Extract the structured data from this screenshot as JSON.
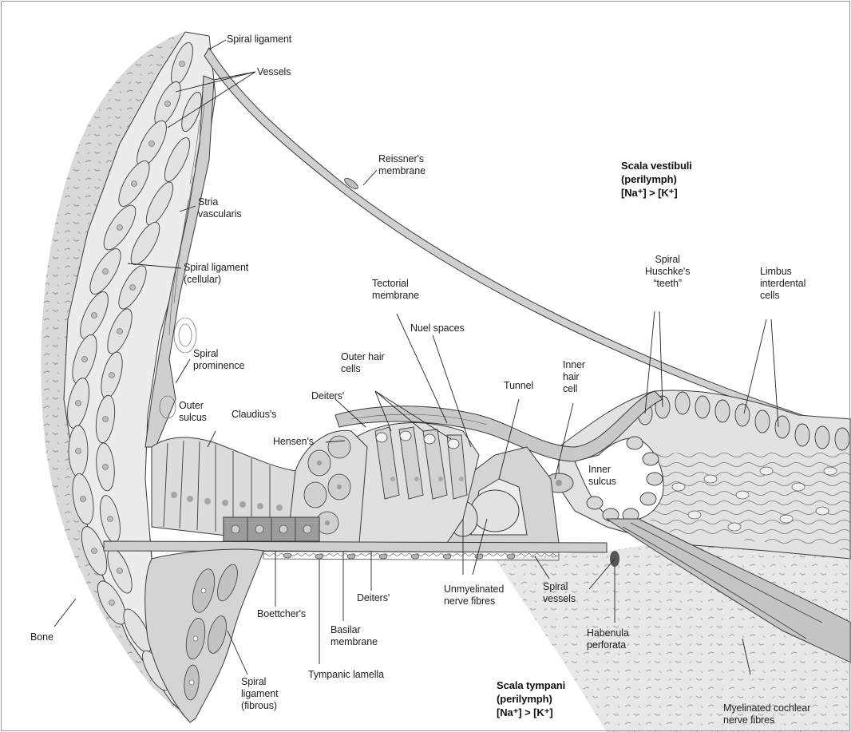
{
  "labels": {
    "spiral_ligament_top": "Spiral ligament",
    "vessels": "Vessels",
    "reissners_membrane": [
      "Reissner's",
      "membrane"
    ],
    "scala_vestibuli": [
      "Scala vestibuli",
      "(perilymph)",
      "[Na⁺] > [K⁺]"
    ],
    "stria_vascularis": [
      "Stria",
      "vascularis"
    ],
    "spiral_ligament_cellular": [
      "Spiral ligament",
      "(cellular)"
    ],
    "spiral_huschkes_teeth": [
      "Spiral",
      "Huschke's",
      "“teeth”"
    ],
    "limbus_interdental": [
      "Limbus",
      "interdental",
      "cells"
    ],
    "tectorial_membrane": [
      "Tectorial",
      "membrane"
    ],
    "nuel_spaces": "Nuel spaces",
    "spiral_prominence": [
      "Spiral",
      "prominence"
    ],
    "outer_hair_cells": [
      "Outer hair",
      "cells"
    ],
    "inner_hair_cell": [
      "Inner",
      "hair",
      "cell"
    ],
    "tunnel": "Tunnel",
    "deiters_top": "Deiters'",
    "outer_sulcus": [
      "Outer",
      "sulcus"
    ],
    "claudius": "Claudius's",
    "hensens": "Hensen's",
    "inner_sulcus": [
      "Inner",
      "sulcus"
    ],
    "deiters_bottom": "Deiters'",
    "unmyelinated": [
      "Unmyelinated",
      "nerve fibres"
    ],
    "spiral_vessels": [
      "Spiral",
      "vessels"
    ],
    "bone": "Bone",
    "boettchers": "Boettcher's",
    "basilar_membrane": [
      "Basilar",
      "membrane"
    ],
    "habenula_perforata": [
      "Habenula",
      "perforata"
    ],
    "tympanic_lamella": "Tympanic lamella",
    "spiral_ligament_fibrous": [
      "Spiral",
      "ligament",
      "(fibrous)"
    ],
    "scala_tympani": [
      "Scala tympani",
      "(perilymph)",
      "[Na⁺] > [K⁺]"
    ],
    "myelinated_fibres": [
      "Myelinated cochlear",
      "nerve fibres"
    ]
  },
  "colors": {
    "bone": "#d9d9d9",
    "tissue_light": "#e6e6e6",
    "tissue_mid": "#c4c4c4",
    "tissue_dark": "#a9a9a9",
    "outline": "#3a3a3a",
    "leader": "#222222"
  }
}
